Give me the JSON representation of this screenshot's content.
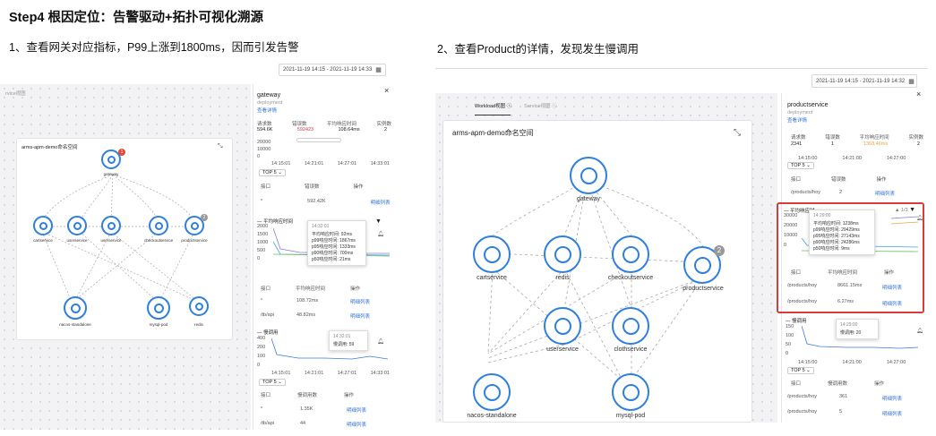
{
  "page": {
    "title": "Step4 根因定位：告警驱动+拓扑可视化溯源",
    "left_caption": "1、查看网关对应指标，P99上涨到1800ms，因而引发告警",
    "right_caption": "2、查看Product的详情，发现发生慢调用"
  },
  "left": {
    "date_range": "2021-11-19 14:15 - 2021-11-19 14:33",
    "view_label": "rvice视图",
    "namespace": "arms-apm-demo命名空间",
    "nodes": {
      "gateway": "gateway",
      "cartservice": "cartservice",
      "userservice": "userservice",
      "usersvc2": "userservice",
      "checkout": "checkoutservice",
      "product": "productservice",
      "nacos": "nacos-standalone",
      "mysql": "mysql-pod",
      "redis": "redis"
    },
    "badge": "1",
    "badge2": "2",
    "side": {
      "name": "gateway",
      "kind": "deployment",
      "detail_link": "查看详情",
      "stats_headers": [
        "请求数",
        "错误数",
        "平均响应时间",
        "实例数"
      ],
      "stats_values": [
        "594.6K",
        "592423",
        "108.64ms",
        "2"
      ],
      "y_ticks": [
        "20000",
        "10000",
        "0"
      ],
      "x_ticks": [
        "14:15:01",
        "14:21:01",
        "14:27:01",
        "14:33:01"
      ],
      "top_select": "TOP 5",
      "table_headers": [
        "接口",
        "错误数",
        "操作"
      ],
      "table_row": [
        "*",
        "592.42K",
        "明细列表"
      ],
      "rt_title": "平均响应时间",
      "rt_y": [
        "2000",
        "1500",
        "1000",
        "500",
        "0"
      ],
      "tooltip": {
        "time": "14:32:01",
        "rows": [
          "平均响应时间: 92ms",
          "p99响应时间: 1867ms",
          "p95响应时间: 1333ms",
          "p90响应时间: 700ms",
          "p50响应时间: 21ms"
        ]
      },
      "rt_headers": [
        "接口",
        "平均响应时间",
        "操作"
      ],
      "rt_rows": [
        [
          "*",
          "108.72ms",
          "明细列表"
        ],
        [
          "/tb/api",
          "48.82ms",
          "明细列表"
        ]
      ],
      "slow_title": "慢调用",
      "slow_y": [
        "400",
        "200",
        "100",
        "0"
      ],
      "slow_tooltip": {
        "time": "14:32:01",
        "row": "慢调用: 59"
      },
      "slow_x": [
        "14:15:01",
        "14:21:01",
        "14:27:01",
        "14:33:01"
      ],
      "slow_headers": [
        "接口",
        "慢调用数",
        "操作"
      ],
      "slow_rows": [
        [
          "*",
          "1.35K",
          "明细列表"
        ],
        [
          "/tb/api",
          "44",
          "明细列表"
        ]
      ]
    }
  },
  "right": {
    "date_range": "2021-11-19 14:15 - 2021-11-19 14:32",
    "tabs": [
      "Workload视图",
      "Service视图"
    ],
    "namespace": "arms-apm-demo命名空间",
    "nodes": {
      "gateway": "gateway",
      "cartservice": "cartservice",
      "redis": "redis",
      "checkout": "checkoutservice",
      "product": "productservice",
      "userservice": "userservice",
      "cloth": "clothservice",
      "nacos": "nacos-standalone",
      "mysql": "mysql-pod"
    },
    "badge": "2",
    "side": {
      "name": "productservice",
      "kind": "deployment",
      "detail_link": "查看详情",
      "stats_headers": [
        "请求数",
        "错误数",
        "平均响应时间",
        "实例数"
      ],
      "stats_values": [
        "2341",
        "1",
        "1368.46ms",
        "2"
      ],
      "x_ticks": [
        "14:15:00",
        "14:21:00",
        "14:27:00"
      ],
      "top_select": "TOP 5",
      "table_headers": [
        "接口",
        "错误数",
        "操作"
      ],
      "table_row": [
        "/products/hoy",
        "2",
        "明细列表"
      ],
      "rt_title": "平均响应时",
      "rt_y": [
        "30000",
        "20000",
        "10000",
        "0"
      ],
      "tooltip": {
        "time": "14:29:00",
        "rows": [
          "平均响应时间: 1238ms",
          "p99响应时间: 29429ms",
          "p95响应时间: 27143ms",
          "p90响应时间: 24286ms",
          "p50响应时间: 9ms"
        ]
      },
      "rt_page": "1/3",
      "rt_headers": [
        "接口",
        "平均响应时间",
        "操作"
      ],
      "rt_rows": [
        [
          "/products/hoy",
          "8661.15ms",
          "明细列表"
        ],
        [
          "/products/hoy",
          "6.27ms",
          "明细列表"
        ]
      ],
      "slow_title": "慢调用",
      "slow_y": [
        "150",
        "100",
        "50",
        "0"
      ],
      "slow_tooltip": {
        "time": "14:29:00",
        "row": "慢调用: 20"
      },
      "slow_x": [
        "14:15:00",
        "14:21:00",
        "14:27:00"
      ],
      "slow_headers": [
        "接口",
        "慢调用数",
        "操作"
      ],
      "slow_rows": [
        [
          "/products/hoy",
          "361",
          "明细列表"
        ],
        [
          "/products/hoy",
          "5",
          "明细列表"
        ]
      ]
    }
  }
}
